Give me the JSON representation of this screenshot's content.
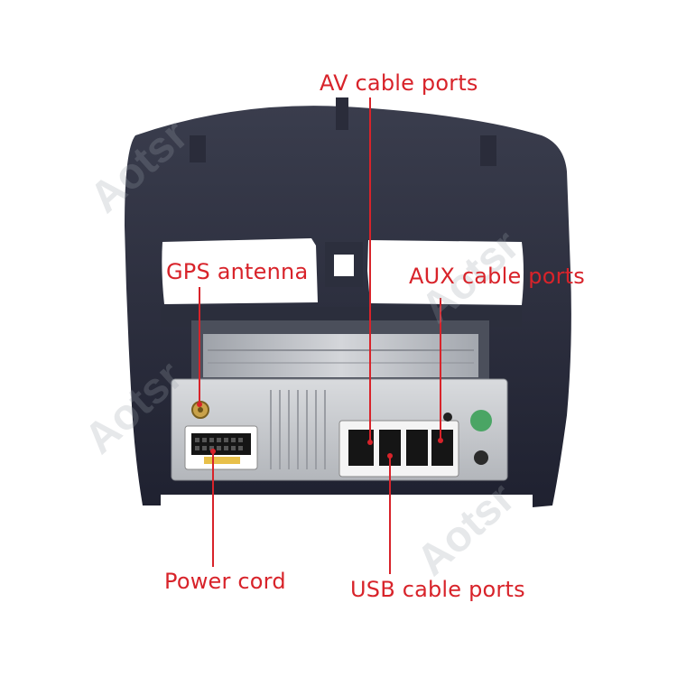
{
  "labels": {
    "av": "AV cable ports",
    "gps": "GPS antenna",
    "aux": "AUX cable ports",
    "power": "Power cord",
    "usb": "USB cable ports"
  },
  "watermark": {
    "text": "Aotsr"
  },
  "colors": {
    "callout": "#d8232a",
    "frame": "#2a2c3a",
    "chassis": "#b9bcc2",
    "watermark": "#c9ccd2"
  }
}
